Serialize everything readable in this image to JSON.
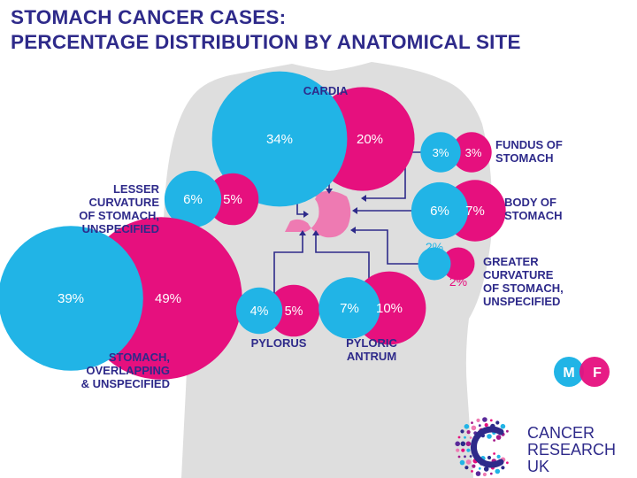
{
  "title": {
    "line1": "STOMACH CANCER CASES:",
    "line2": "PERCENTAGE DISTRIBUTION BY ANATOMICAL SITE"
  },
  "colors": {
    "male": "#21b4e6",
    "female": "#e6107e",
    "text": "#2e2a8a",
    "silhouette": "#dedede",
    "stomach": "#ee7ab2"
  },
  "legend": {
    "male": "M",
    "female": "F"
  },
  "logo": {
    "line1": "CANCER",
    "line2": "RESEARCH",
    "line3": "UK"
  },
  "chart_data": {
    "type": "bubble",
    "categories": [
      "CARDIA",
      "FUNDUS OF STOMACH",
      "LESSER CURVATURE OF STOMACH, UNSPECIFIED",
      "BODY OF STOMACH",
      "GREATER CURVATURE OF STOMACH, UNSPECIFIED",
      "STOMACH, OVERLAPPING & UNSPECIFIED",
      "PYLORUS",
      "PYLORIC ANTRUM"
    ],
    "series": [
      {
        "name": "M",
        "values": [
          34,
          3,
          6,
          6,
          2,
          39,
          4,
          7
        ]
      },
      {
        "name": "F",
        "values": [
          20,
          3,
          5,
          7,
          2,
          49,
          5,
          10
        ]
      }
    ],
    "labels": {
      "cardia": "CARDIA",
      "fundus": [
        "FUNDUS OF",
        "STOMACH"
      ],
      "lesser": [
        "LESSER",
        "CURVATURE",
        "OF STOMACH,",
        "UNSPECIFIED"
      ],
      "body": [
        "BODY OF",
        "STOMACH"
      ],
      "greater": [
        "GREATER",
        "CURVATURE",
        "OF STOMACH,",
        "UNSPECIFIED"
      ],
      "overlap": [
        "STOMACH,",
        "OVERLAPPING",
        "& UNSPECIFIED"
      ],
      "pylorus": "PYLORUS",
      "antrum": [
        "PYLORIC",
        "ANTRUM"
      ]
    }
  }
}
